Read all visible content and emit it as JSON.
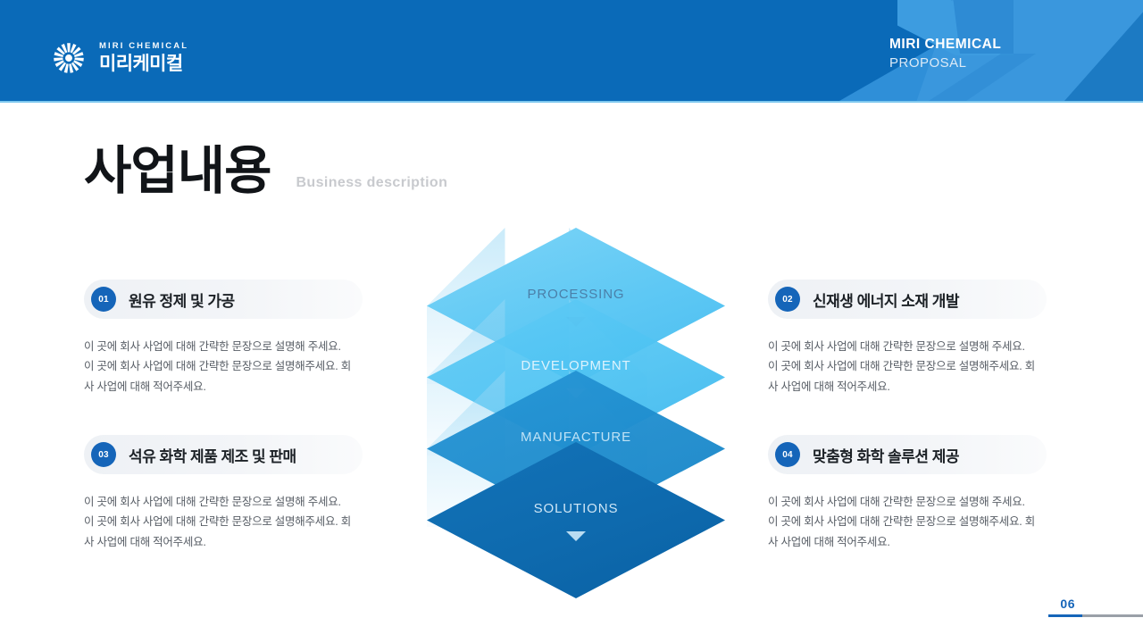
{
  "header": {
    "logo": {
      "icon": "sunburst-flower-logo",
      "en_name": "MIRI CHEMICAL",
      "kr_name": "미리케미컬"
    },
    "right_title": "MIRI CHEMICAL",
    "right_subtitle": "PROPOSAL",
    "band_color": "#0a6ab8",
    "underline_color": "#7ec8ef"
  },
  "title": {
    "ko": "사업내용",
    "en": "Business description"
  },
  "items": [
    {
      "number": "01",
      "label": "원유 정제 및 가공",
      "desc": "이 곳에 회사 사업에 대해 간략한 문장으로 설명해 주세요. 이 곳에 회사 사업에 대해 간략한 문장으로 설명해주세요. 회사 사업에 대해 적어주세요."
    },
    {
      "number": "02",
      "label": "신재생 에너지 소재 개발",
      "desc": "이 곳에 회사 사업에 대해 간략한 문장으로 설명해 주세요. 이 곳에 회사 사업에 대해 간략한 문장으로 설명해주세요. 회사 사업에 대해 적어주세요."
    },
    {
      "number": "03",
      "label": "석유 화학 제품 제조 및 판매",
      "desc": "이 곳에 회사 사업에 대해 간략한 문장으로 설명해 주세요. 이 곳에 회사 사업에 대해 간략한 문장으로 설명해주세요. 회사 사업에 대해 적어주세요."
    },
    {
      "number": "04",
      "label": "맞춤형 화학 솔루션 제공",
      "desc": "이 곳에 회사 사업에 대해 간략한 문장으로 설명해 주세요. 이 곳에 회사 사업에 대해 간략한 문장으로 설명해주세요. 회사 사업에 대해 적어주세요."
    }
  ],
  "diagram": {
    "type": "stacked-diamond-funnel",
    "layers": [
      {
        "label": "PROCESSING",
        "color": "#5ec8f4"
      },
      {
        "label": "DEVELOPMENT",
        "color": "#4cc2f2"
      },
      {
        "label": "MANUFACTURE",
        "color": "#1e8ccd"
      },
      {
        "label": "SOLUTIONS",
        "color": "#0e6aae"
      }
    ],
    "arrow_icon": "chevron-down-icon"
  },
  "footer": {
    "page_number": "06",
    "accent_color": "#1565b9"
  }
}
